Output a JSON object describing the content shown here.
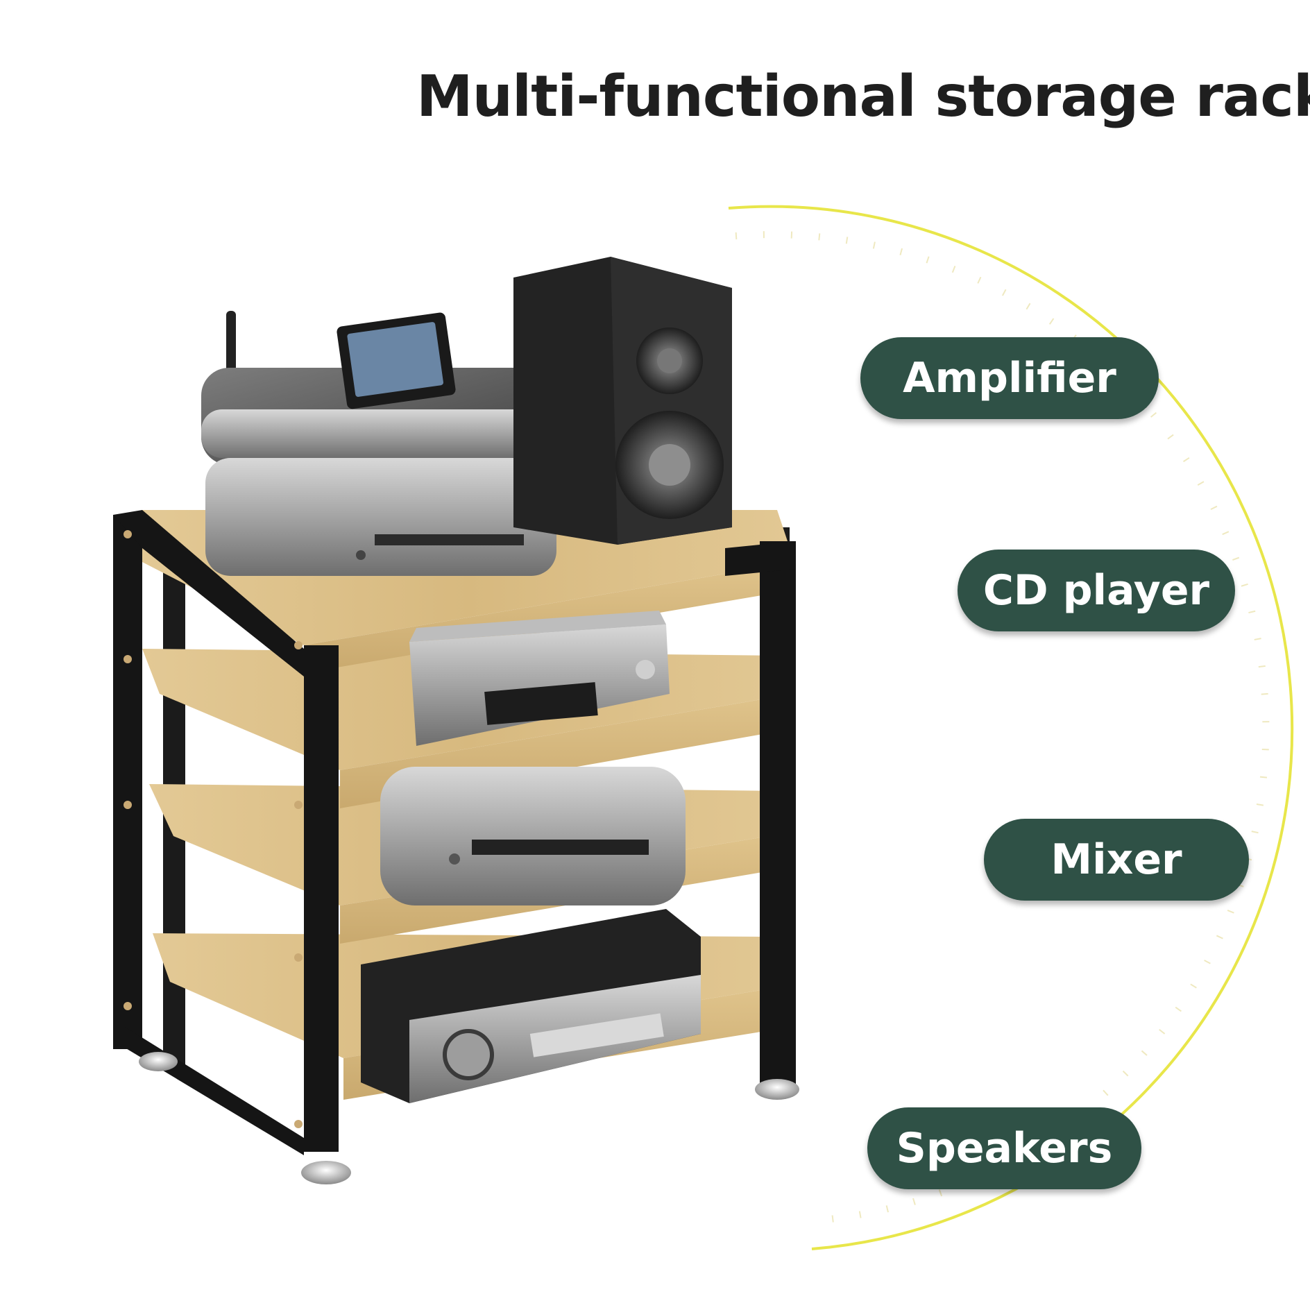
{
  "title": "Multi-functional storage rack",
  "labels": {
    "amplifier": "Amplifier",
    "cd_player": "CD player",
    "mixer": "Mixer",
    "speakers": "Speakers"
  },
  "colors": {
    "pill": "#2f5146",
    "arc": "#e3e23a",
    "wood": "#dcc08a",
    "frame": "#151515"
  }
}
